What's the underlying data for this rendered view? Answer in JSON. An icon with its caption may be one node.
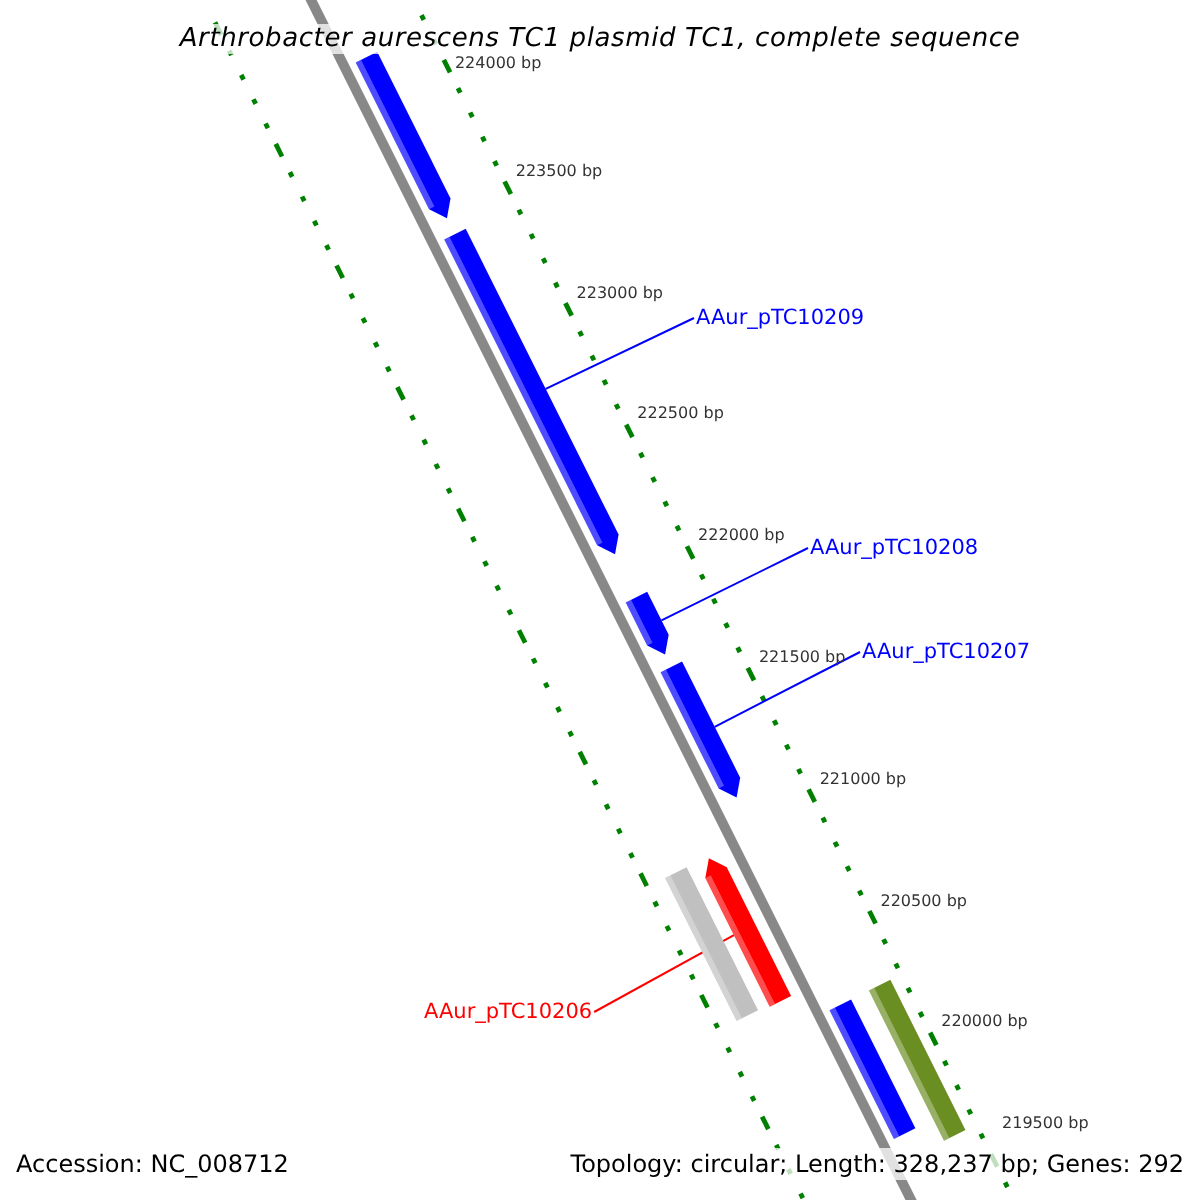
{
  "diagram": {
    "title": "Arthrobacter aurescens TC1 plasmid TC1, complete sequence",
    "nodes": [
      {
        "text": [],
        "shape": "bar"
      },
      {
        "text": [],
        "shape": "bar"
      },
      {
        "text": [
          "AAur_pTC10209"
        ]
      },
      {
        "text": [
          "AAur_pTC10208"
        ]
      },
      {
        "text": [],
        "shape": "bar"
      },
      {
        "text": [
          "AAur_pTC10207"
        ]
      },
      {
        "text": [],
        "shape": "bar"
      },
      {
        "text": [],
        "shape": "bar"
      },
      {
        "text": [],
        "shape": "bar"
      },
      {
        "text": [
          "AAur_pTC10206"
        ]
      },
      {
        "text": [],
        "shape": "bar"
      },
      {
        "text": [],
        "shape": "bar"
      }
    ],
    "edges": [
      {
        "from": 2,
        "to": 1,
        "arrow": "none"
      },
      {
        "from": 3,
        "to": 4,
        "arrow": "none"
      },
      {
        "from": 5,
        "to": 6,
        "arrow": "none"
      },
      {
        "from": 9,
        "to": 8,
        "arrow": "none",
        "color": "#ff0000"
      }
    ],
    "labels": [
      "224000 bp",
      "223500 bp",
      "223000 bp",
      "222500 bp",
      "222000 bp",
      "221500 bp",
      "221000 bp",
      "220500 bp",
      "220000 bp",
      "219500 bp",
      "Accession: NC_008712",
      "Topology: circular; Length: 328,237 bp; Genes: 292"
    ]
  }
}
